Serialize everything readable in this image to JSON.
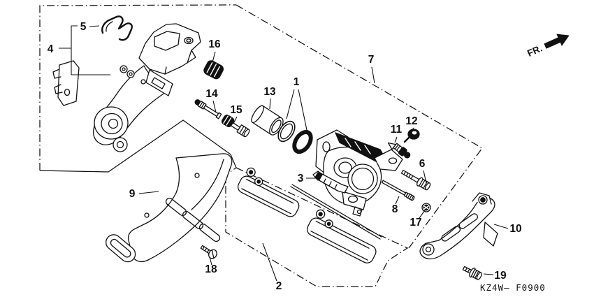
{
  "diagram": {
    "direction_label": "FR.",
    "code": "KZ4W– F0900",
    "labels": [
      "1",
      "2",
      "3",
      "4",
      "5",
      "6",
      "7",
      "8",
      "9",
      "10",
      "11",
      "12",
      "13",
      "14",
      "15",
      "16",
      "17",
      "18",
      "19"
    ]
  }
}
